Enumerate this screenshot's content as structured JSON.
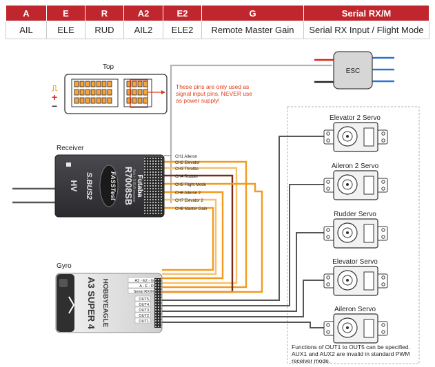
{
  "table": {
    "headers": [
      "A",
      "E",
      "R",
      "A2",
      "E2",
      "G",
      "Serial RX/M"
    ],
    "cells": [
      "AIL",
      "ELE",
      "RUD",
      "AIL2",
      "ELE2",
      "Remote Master Gain",
      "Serial RX Input / Flight Mode"
    ]
  },
  "top_view": {
    "title": "Top",
    "note_lines": [
      "These pins are only used as",
      "signal input pins. NEVER use",
      "as power supply!"
    ],
    "signal_symbol": "⎍",
    "plus_symbol": "+",
    "minus_symbol": "−"
  },
  "esc": {
    "label": "ESC"
  },
  "receiver": {
    "title": "Receiver",
    "model": "R7008SB",
    "brand": "Futaba",
    "logo": "FASSTest",
    "sbus": "S.BUS2",
    "hv": "HV",
    "sub": "8ch + S.BUS receiver",
    "channels": [
      "CH1 Aileron",
      "CH2 Elevator",
      "CH3 Throttle",
      "CH4 Rudder",
      "CH5 Flight Mode",
      "CH6 Aileron 2",
      "CH7 Elevator 2",
      "CH8 Master Gain"
    ]
  },
  "gyro": {
    "title": "Gyro",
    "brand": "HOBBYEAGLE",
    "model": "A3 SUPER 4",
    "inputs": [
      "A2 - E2 - G",
      "A - E - R",
      "Serial RX/M"
    ],
    "outputs": [
      "OUT5",
      "OUT4",
      "OUT3",
      "OUT2",
      "OUT1"
    ]
  },
  "servos": [
    "Elevator 2 Servo",
    "Aileron 2 Servo",
    "Rudder Servo",
    "Elevator Servo",
    "Aileron Servo"
  ],
  "footnote": [
    "Functions of OUT1 to OUT5 can be specified.",
    "AUX1 and AUX2 are invalid in standard PWM",
    "receiver mode."
  ],
  "colors": {
    "header": "#c0262d",
    "note": "#e03a16",
    "orange_wire": "#f39a1e",
    "orange_light": "#f7c069",
    "brown_wire": "#7a2c12",
    "red_wire": "#d8261a",
    "dark_wire": "#555555",
    "esc_blue": "#2a72d6"
  }
}
